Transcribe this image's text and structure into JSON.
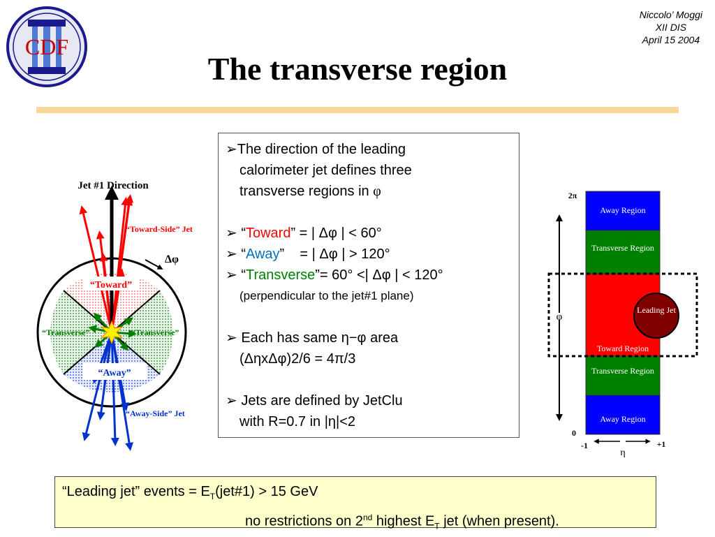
{
  "logo": {
    "text": "CDF",
    "icon": "cdf-logo"
  },
  "author": {
    "name": "Niccolo’ Moggi",
    "conf": "XII DIS",
    "date": "April 15 2004"
  },
  "title": "The transverse region",
  "left_diagram": {
    "jet_direction": "Jet #1 Direction",
    "toward_side_jet": "“Toward-Side” Jet",
    "away_side_jet": "“Away-Side” Jet",
    "dphi": "Δφ",
    "toward": "“Toward”",
    "away": "“Away”",
    "transverse_left": "“Transverse”",
    "transverse_right": "“Transverse”",
    "colors": {
      "toward": "#ff0000",
      "away": "#0033cc",
      "transverse": "#008000"
    }
  },
  "textbox": {
    "line1a": "The direction of the leading",
    "line1b": "calorimeter jet defines three",
    "line1c": "transverse regions in ",
    "phi": "φ",
    "toward_word": "Toward",
    "toward_rule": "” = | Δφ | < 60°",
    "away_word": "Away",
    "away_rule": "”    = | Δφ | > 120°",
    "transverse_word": "Transverse",
    "transverse_rule": "”= 60° <| Δφ | < 120°",
    "perp": "(perpendicular to the jet#1 plane)",
    "area_a": "Each has same η−φ area",
    "area_b": "(ΔηxΔφ)2/6 = 4π/3",
    "jets_a": "Jets are defined by JetClu",
    "jets_b": "with R=0.7 in |η|<2"
  },
  "right_diagram": {
    "two_pi": "2π",
    "zero": "0",
    "phi": "φ",
    "eta": "η",
    "minus_one": "-1",
    "plus_one": "+1",
    "away_region": "Away Region",
    "transverse_region": "Transverse Region",
    "toward_region": "Toward Region",
    "leading_jet": "Leading Jet",
    "colors": {
      "away": "#0000ff",
      "transverse": "#008000",
      "toward": "#ff0000",
      "jet": "#800000"
    }
  },
  "footer": {
    "line1_pre": "“Leading jet” events = E",
    "sub_t": "T",
    "line1_post": "(jet#1) > 15 GeV",
    "line2_pre": "no  restrictions on 2",
    "sup_nd": "nd",
    "line2_mid": " highest E",
    "line2_post": " jet (when present)."
  }
}
